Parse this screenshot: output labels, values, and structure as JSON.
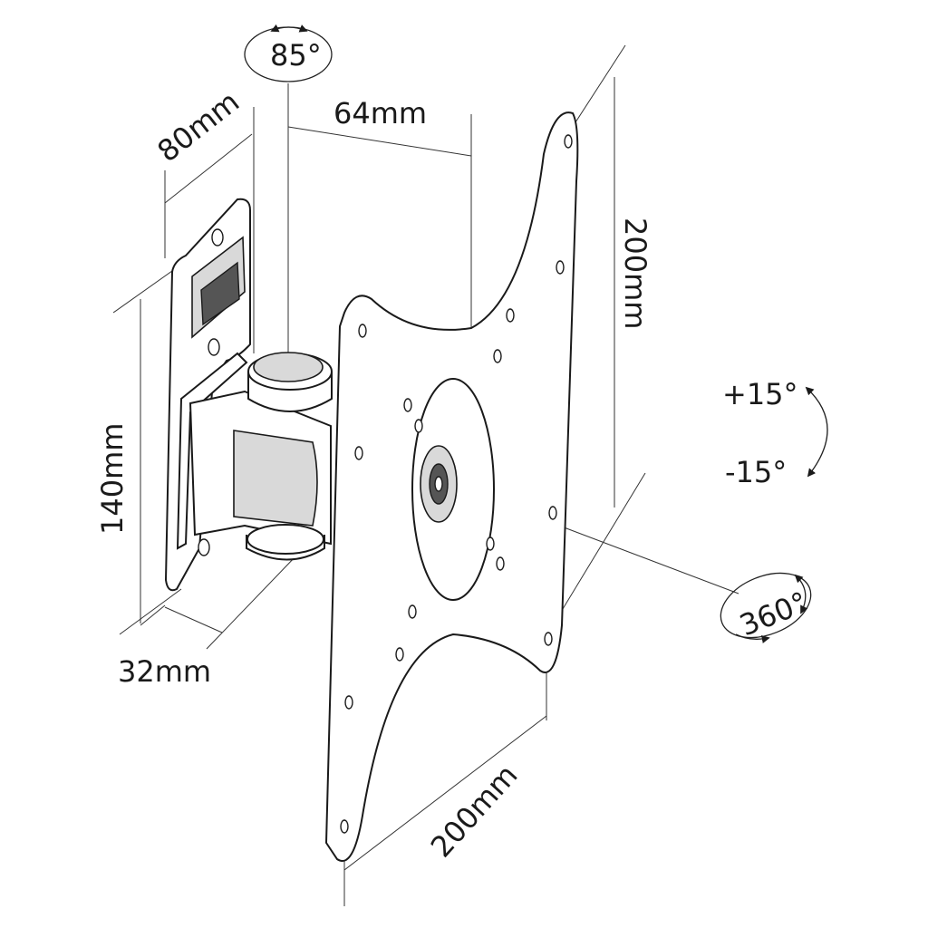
{
  "dimensions": {
    "top_width": "64mm",
    "depth": "80mm",
    "plate_height": "200mm",
    "plate_width": "200mm",
    "bracket_height": "140mm",
    "bracket_width": "32mm"
  },
  "angles": {
    "swivel": "85°",
    "tilt_up": "+15°",
    "tilt_down": "-15°",
    "rotation": "360°"
  }
}
